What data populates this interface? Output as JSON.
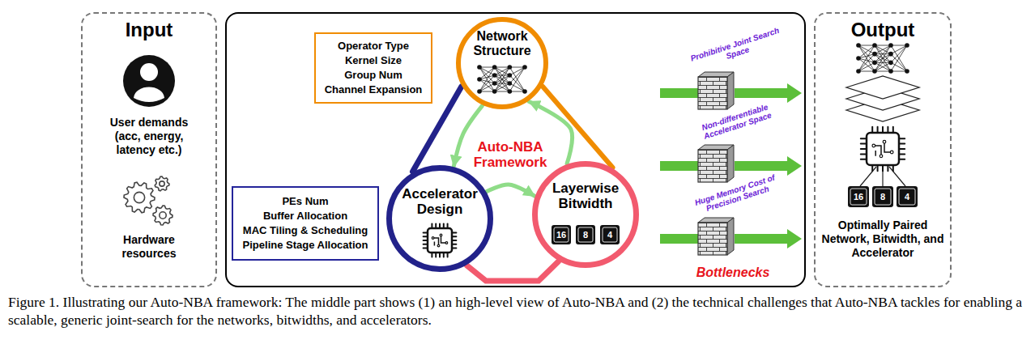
{
  "diagram": {
    "caption": "Figure 1. Illustrating our Auto-NBA framework: The middle part shows (1) an high-level view of Auto-NBA and (2) the technical challenges that Auto-NBA tackles for enabling a scalable, generic joint-search for the networks, bitwidths, and accelerators.",
    "nodes": [
      {
        "text": [
          "Input",
          "User demands (acc, energy, latency etc.)",
          "Hardware resources"
        ]
      },
      {
        "text": [
          "Auto-NBA Framework"
        ]
      },
      {
        "text": [
          "Operator Type",
          "Kernel Size",
          "Group Num",
          "Channel Expansion"
        ],
        "in": 1
      },
      {
        "text": [
          "Network Structure"
        ],
        "in": 1
      },
      {
        "text": [
          "PEs Num",
          "Buffer Allocation",
          "MAC Tiling & Scheduling",
          "Pipeline Stage Allocation"
        ],
        "in": 1
      },
      {
        "text": [
          "Accelerator Design"
        ],
        "in": 1
      },
      {
        "text": [
          "Layerwise Bitwidth"
        ],
        "in": 1
      },
      {
        "text": [
          "Output",
          "Optimally Paired Network, Bitwidth, and Accelerator"
        ]
      }
    ],
    "edges": [
      {
        "from": 3,
        "to": 5,
        "arrow": "none"
      },
      {
        "from": 3,
        "to": 6,
        "arrow": "none"
      },
      {
        "from": 5,
        "to": 6,
        "arrow": "none"
      },
      {
        "from": 3,
        "to": 5,
        "arrow": "to"
      },
      {
        "from": 5,
        "to": 6,
        "arrow": "to"
      },
      {
        "from": 6,
        "to": 3,
        "arrow": "to"
      }
    ],
    "labels": [
      "16",
      "8",
      "4",
      "Prohibitive Joint Search Space",
      "Non-differentiable Accelerator Space",
      "Huge Memory Cost of Precision Search",
      "Bottlenecks",
      "16",
      "8",
      "4"
    ]
  }
}
